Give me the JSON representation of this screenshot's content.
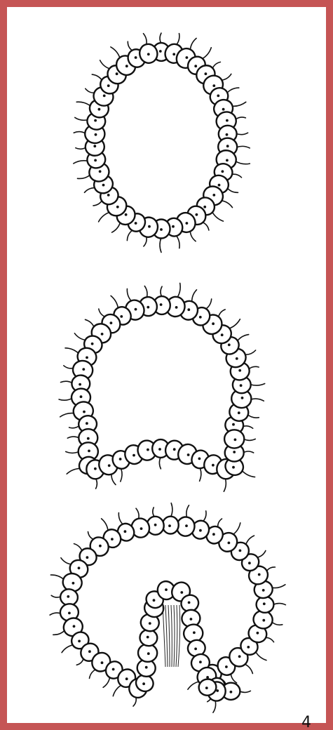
{
  "figure": {
    "border_color": "#c55555",
    "ink_color": "#111111",
    "panels": [
      {
        "name": "blastula",
        "cell_count": 38
      },
      {
        "name": "early-gastrula",
        "cell_count": 42
      },
      {
        "name": "late-gastrula",
        "cell_count": 52
      }
    ],
    "corner_label": "4"
  }
}
